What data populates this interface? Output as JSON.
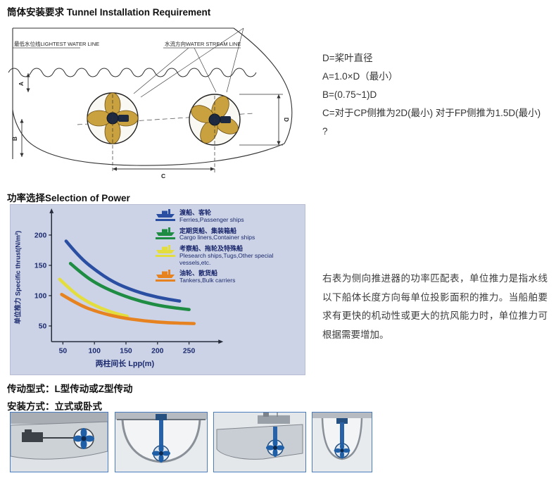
{
  "headings": {
    "tunnel": "筒体安装要求 Tunnel Installation Requirement",
    "power": "功率选择Selection of Power",
    "drive": "传动型式：L型传动或Z型传动",
    "mount": "安装方式：立式或卧式"
  },
  "diagram": {
    "waterline_label": "最低水位线LIGHTEST WATER LINE",
    "streamline_label": "水流方向WATER STREAM LINE",
    "dims": {
      "a": "A",
      "b": "B",
      "c": "C",
      "d": "D"
    }
  },
  "specs": [
    "D=桨叶直径",
    "A=1.0×D（最小）",
    "B=(0.75~1)D",
    "C=对于CP侧推为2D(最小) 对于FP侧推为1.5D(最小)",
    "?"
  ],
  "power_note": "右表为侧向推进器的功率匹配表，单位推力是指水线以下船体长度方向每单位投影面积的推力。当船舶要求有更快的机动性或更大的抗风能力时，单位推力可根据需要增加。",
  "chart_data": {
    "type": "line",
    "title": "",
    "xlabel": "两柱间长 Lpp(m)",
    "ylabel": "单位推力 Specific thrust(N/m²)",
    "x_ticks": [
      50,
      100,
      150,
      200,
      250
    ],
    "y_ticks": [
      50,
      100,
      150,
      200
    ],
    "xlim": [
      32,
      291
    ],
    "ylim": [
      24,
      236
    ],
    "grid": false,
    "legend_position": "top-right",
    "series": [
      {
        "name_zh": "渡船、客轮",
        "name_en": "Ferries,Passenger ships",
        "color": "#2a4fa2",
        "x": [
          55,
          75,
          100,
          130,
          165,
          200,
          235
        ],
        "values": [
          190,
          165,
          143,
          122,
          107,
          97,
          91
        ]
      },
      {
        "name_zh": "定期货船、集装箱船",
        "name_en": "Cargo liners,Container ships",
        "color": "#1e8c43",
        "x": [
          62,
          85,
          110,
          140,
          175,
          210,
          250
        ],
        "values": [
          153,
          132,
          116,
          102,
          90,
          82,
          77
        ]
      },
      {
        "name_zh": "考察船、拖轮及特殊船",
        "name_en": "Plesearch ships,Tugs,Other special vessels,etc.",
        "color": "#e3de3e",
        "x": [
          45,
          65,
          85,
          110,
          135,
          152
        ],
        "values": [
          127,
          107,
          92,
          79,
          70,
          66
        ]
      },
      {
        "name_zh": "油轮、散货船",
        "name_en": "Tankers,Bulk carriers",
        "color": "#e6821f",
        "x": [
          48,
          75,
          105,
          140,
          180,
          220,
          258
        ],
        "values": [
          102,
          85,
          73,
          64,
          58,
          55,
          54
        ]
      }
    ]
  }
}
